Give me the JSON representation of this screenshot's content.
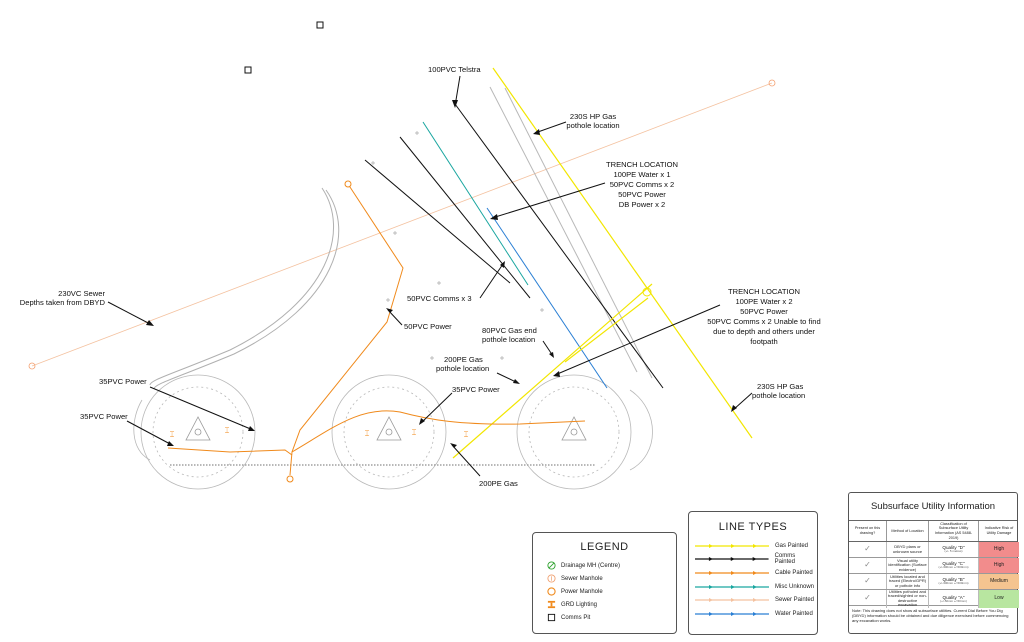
{
  "labels": {
    "telstra": "100PVC Telstra",
    "gas_hp_top_1": "230S HP Gas",
    "gas_hp_top_2": "pothole location",
    "trench1": [
      "TRENCH LOCATION",
      "100PE Water x 1",
      "50PVC Comms x 2",
      "50PVC Power",
      "DB Power x 2"
    ],
    "trench2": [
      "TRENCH LOCATION",
      "100PE Water x 2",
      "50PVC Power",
      "50PVC Comms x 2 Unable to find",
      "due to depth and others under",
      "footpath"
    ],
    "sewer_1": "230VC Sewer",
    "sewer_2": "Depths taken from DBYD",
    "comms_x3": "50PVC Comms x 3",
    "power_50": "50PVC Power",
    "gas_end_1": "80PVC Gas end",
    "gas_end_2": "pothole location",
    "pe_gas_1": "200PE Gas",
    "pe_gas_2": "pothole location",
    "power_35_a": "35PVC Power",
    "power_35_b": "35PVC Power",
    "power_35_c": "35PVC Power",
    "gas_hp_bot_1": "230S HP Gas",
    "gas_hp_bot_2": "pothole location",
    "pe_gas_bottom": "200PE Gas"
  },
  "legend": {
    "title": "LEGEND",
    "items": [
      {
        "icon": "drainage-manhole-icon",
        "label": "Drainage MH (Centre)",
        "color": "#2aa02a"
      },
      {
        "icon": "sewer-manhole-icon",
        "label": "Sewer Manhole",
        "color": "#f0a070"
      },
      {
        "icon": "power-manhole-icon",
        "label": "Power Manhole",
        "color": "#f08a1c"
      },
      {
        "icon": "grd-lighting-icon",
        "label": "GRD Lighting",
        "color": "#f08a1c"
      },
      {
        "icon": "comms-pit-icon",
        "label": "Comms Pit",
        "color": "#111111"
      }
    ]
  },
  "line_types": {
    "title": "LINE TYPES",
    "items": [
      {
        "label": "Gas Painted",
        "color": "#f2e600"
      },
      {
        "label": "Comms Painted",
        "color": "#111111"
      },
      {
        "label": "Cable Painted",
        "color": "#f08a1c"
      },
      {
        "label": "Misc Unknown",
        "color": "#1aa6a0"
      },
      {
        "label": "Sewer Painted",
        "color": "#f4c2a0"
      },
      {
        "label": "Water Painted",
        "color": "#2a7fd4"
      }
    ]
  },
  "sui": {
    "title": "Subsurface Utility Information",
    "headers": [
      "Present on this drawing?",
      "Method of Location",
      "Classification of Subsurface Utility Information (AS 5488-2019)",
      "Indicative Risk of Utility Damage"
    ],
    "rows": [
      {
        "method": "DBYD plans or unknown source",
        "quality": "Quality \"D\"",
        "tol": "(+/- 5 metres)",
        "risk": "High",
        "risk_color": "#f28c8c"
      },
      {
        "method": "Visual utility identification (Surface evidence)",
        "quality": "Quality \"C\"",
        "tol": "(+/-300mm +/-500mm)",
        "risk": "High",
        "risk_color": "#f28c8c"
      },
      {
        "method": "Utilities located and traced (Electro/GPR) or pothole info",
        "quality": "Quality \"B\"",
        "tol": "(+/-300mm +/-500mm)",
        "risk": "Medium",
        "risk_color": "#f5c490"
      },
      {
        "method": "Utilities potholed and traced/sighted or non-destructive excavation",
        "quality": "Quality \"A\"",
        "tol": "(+/-50mm +/-50mm)",
        "risk": "Low",
        "risk_color": "#b8e6a0"
      }
    ],
    "note": "Note: This drawing does not show all subsurface utilities. Current Dial Before You Dig (DBYD) information should be obtained and due diligence exercised before commencing any excavation works."
  },
  "colors": {
    "gas": "#f2e600",
    "comms": "#111111",
    "cable": "#f08a1c",
    "misc": "#1aa6a0",
    "sewer": "#f4c2a0",
    "water": "#2a7fd4",
    "grey": "#b8b8b8"
  }
}
